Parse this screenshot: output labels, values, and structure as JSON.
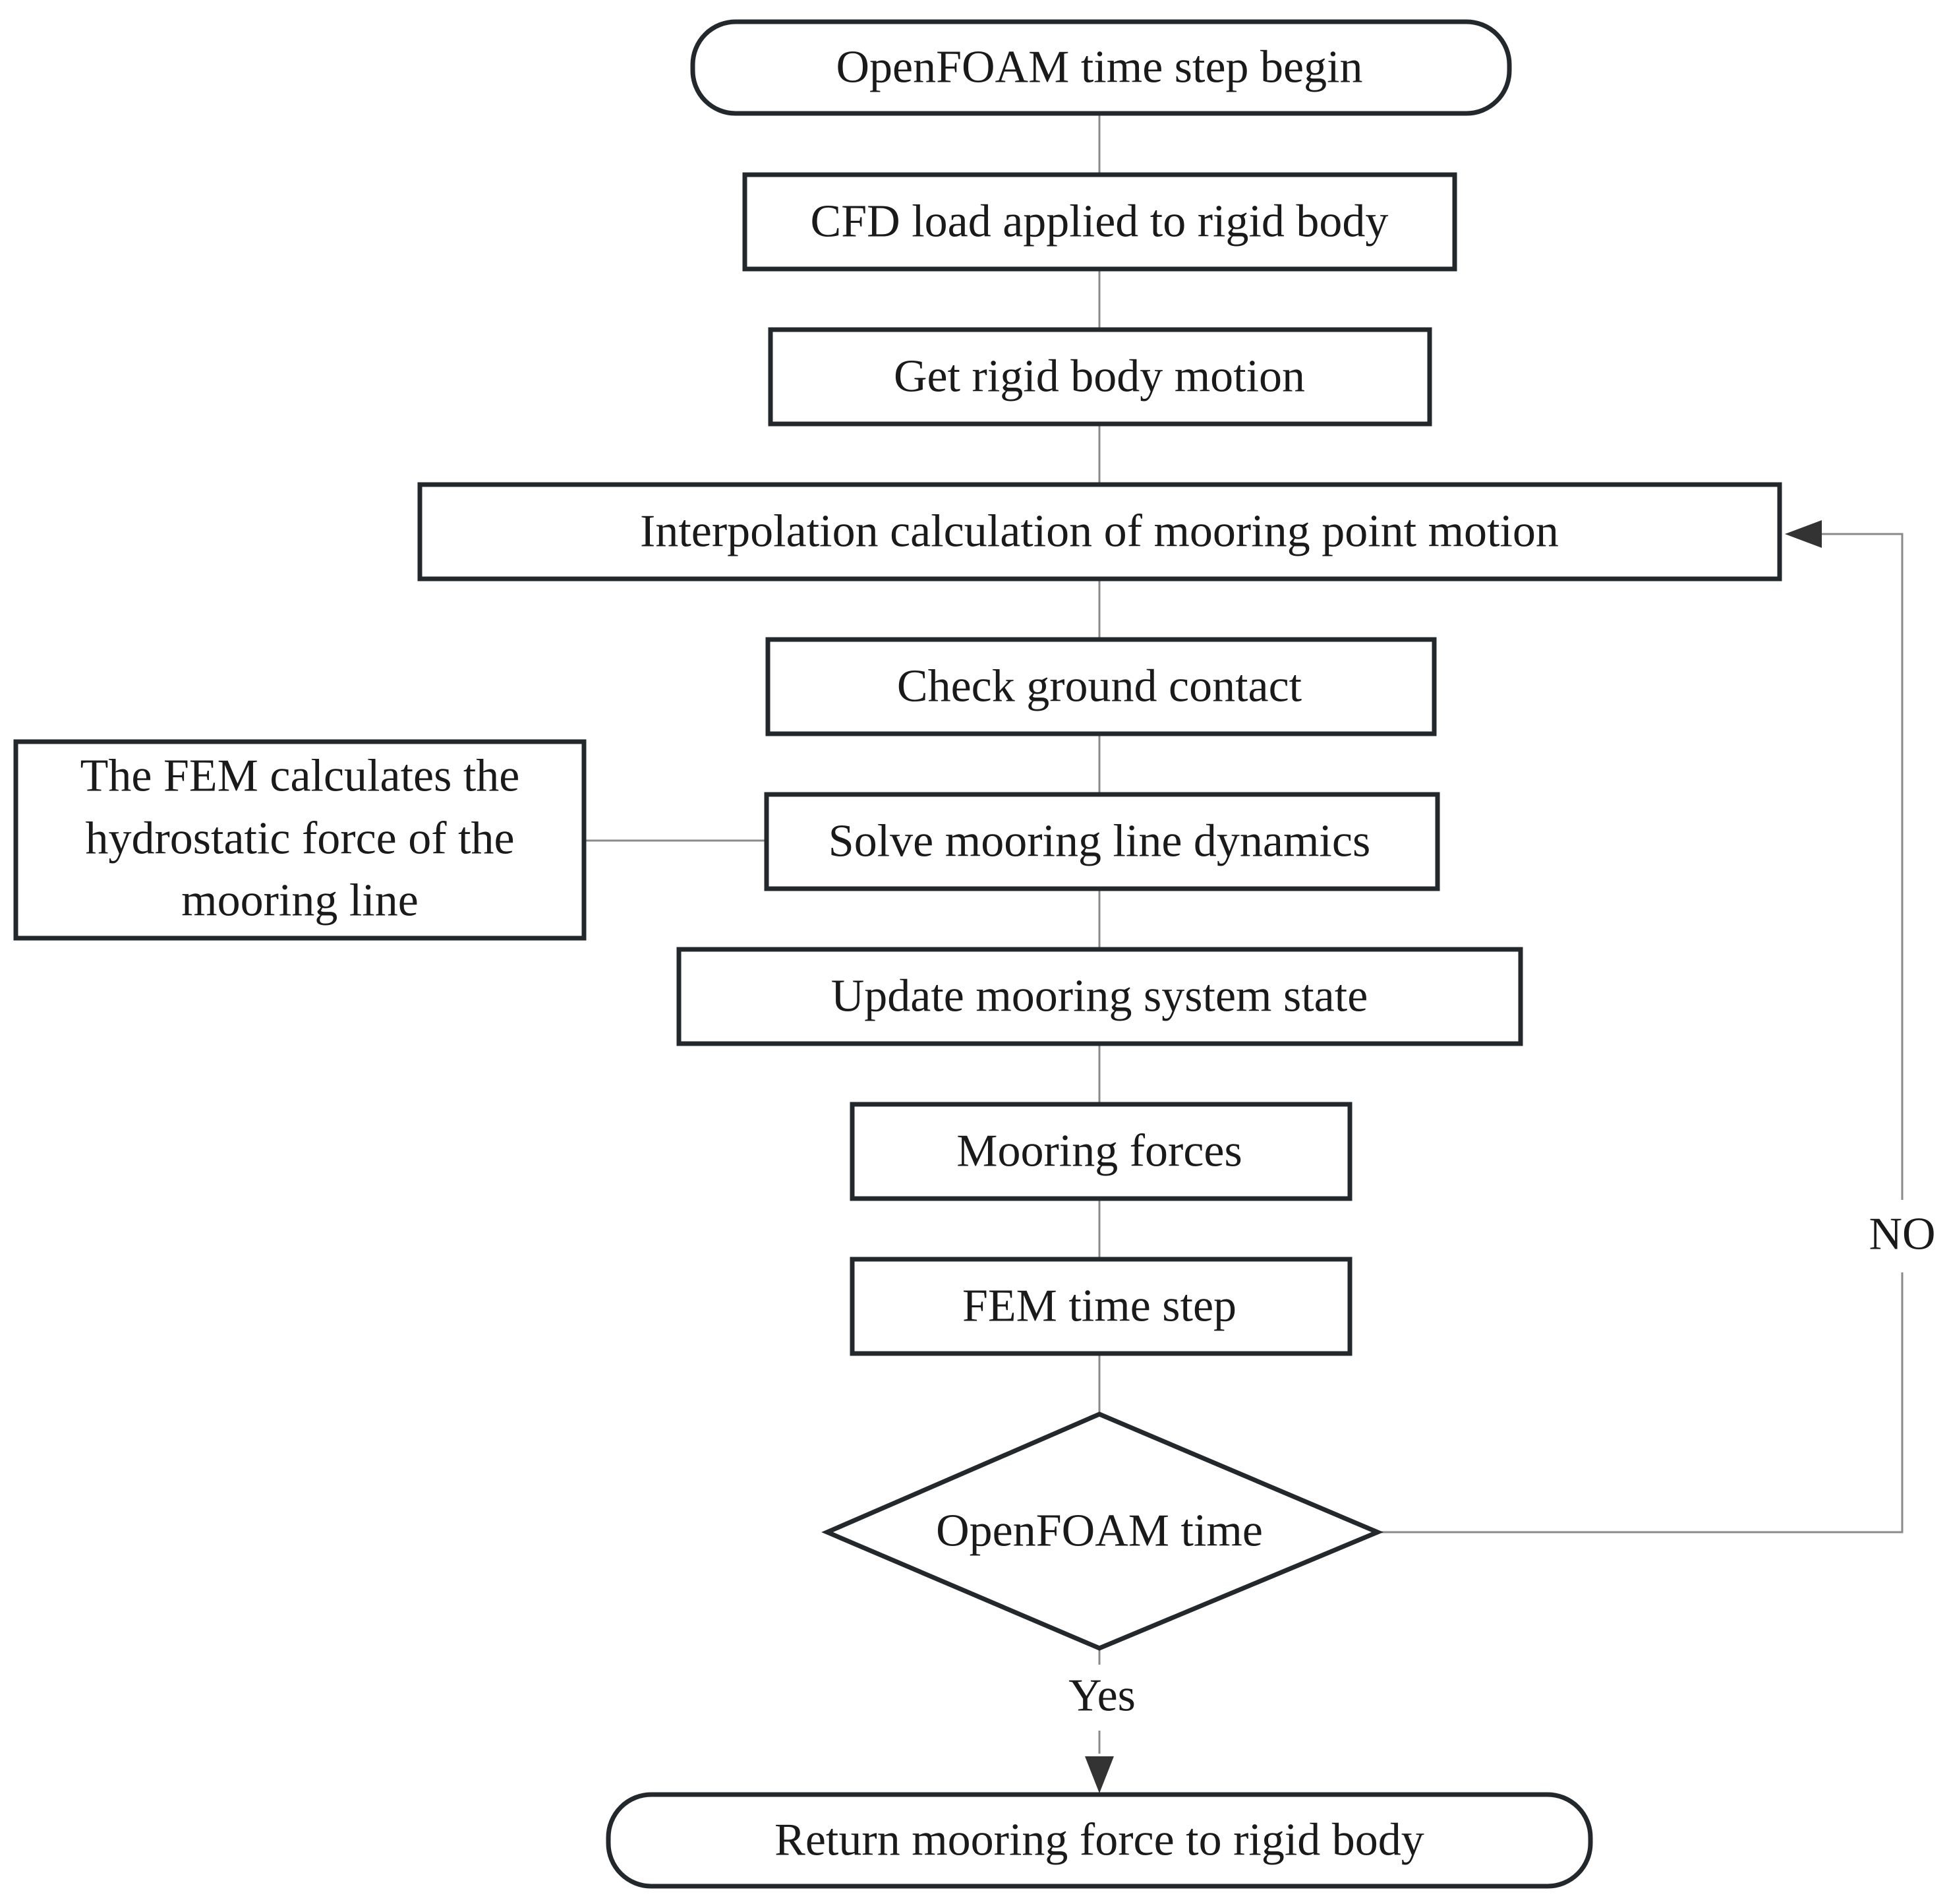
{
  "flowchart": {
    "start": "OpenFOAM time step begin",
    "steps": {
      "cfd_load": "CFD load applied to rigid body",
      "rigid_motion": "Get rigid body motion",
      "interpolation": "Interpolation calculation of mooring point motion",
      "ground_contact": "Check ground contact",
      "solve_dynamics": "Solve mooring line dynamics",
      "update_state": "Update mooring system state",
      "mooring_forces": "Mooring forces",
      "fem_step": "FEM time step"
    },
    "side_note": {
      "line1": "The FEM calculates the",
      "line2": "hydrostatic force of the",
      "line3": "mooring line"
    },
    "decision": "OpenFOAM time",
    "yes_label": "Yes",
    "no_label": "NO",
    "end": "Return mooring force to rigid body"
  }
}
